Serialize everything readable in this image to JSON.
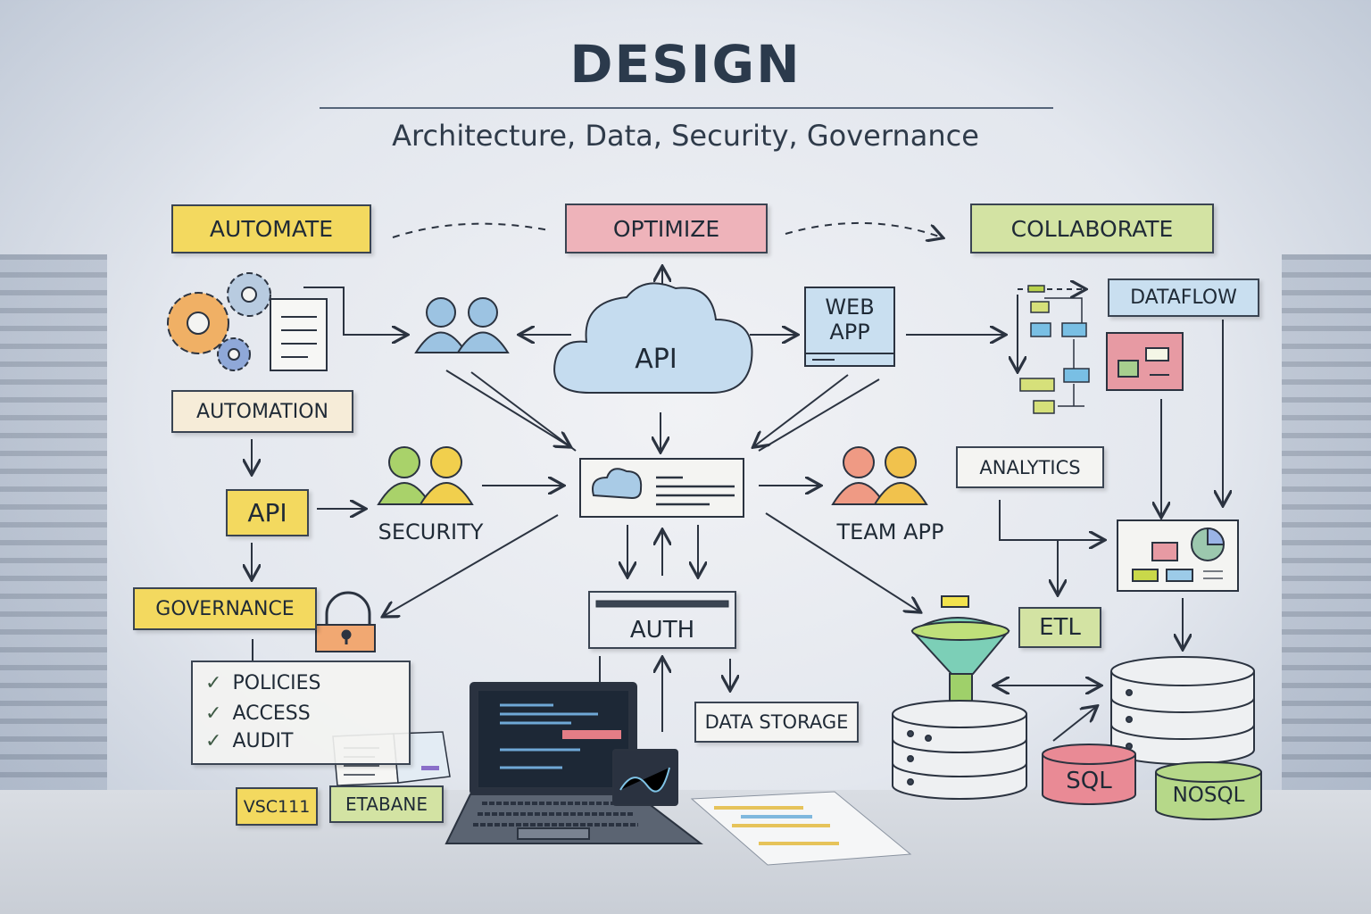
{
  "header": {
    "title": "DESIGN",
    "subtitle": "Architecture, Data, Security, Governance"
  },
  "top_row": {
    "automate": "AUTOMATE",
    "optimize": "OPTIMIZE",
    "collaborate": "COLLABORATE"
  },
  "nodes": {
    "cloud": "API",
    "web_app_line1": "WEB",
    "web_app_line2": "APP",
    "dataflow": "DATAFLOW",
    "automation": "AUTOMATION",
    "api": "API",
    "security": "SECURITY",
    "team_app": "TEAM APP",
    "analytics": "ANALYTICS",
    "governance": "GOVERNANCE",
    "auth": "AUTH",
    "etl": "ETL",
    "data_storage": "DATA STORAGE",
    "sql": "SQL",
    "nosql": "NOSQL",
    "vsc": "VSC111",
    "etabane": "ETABANE"
  },
  "checklist": [
    "POLICIES",
    "ACCESS",
    "AUDIT"
  ],
  "colors": {
    "yellow": "#f3d95f",
    "pink": "#eeb3ba",
    "green": "#d3e3a3",
    "blue": "#c9dff0",
    "ink": "#24303d"
  }
}
